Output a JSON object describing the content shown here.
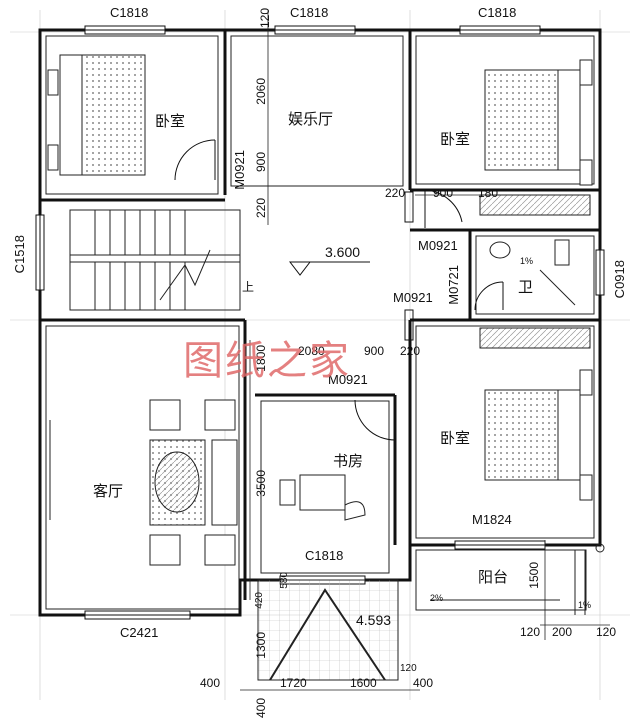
{
  "rooms": {
    "bedroom_nw": "卧室",
    "entertainment": "娱乐厅",
    "bedroom_ne": "卧室",
    "bathroom": "卫",
    "bedroom_se": "卧室",
    "living": "客厅",
    "study": "书房",
    "balcony": "阳台",
    "stair_up": "上"
  },
  "windows": {
    "top_left": "C1818",
    "top_mid": "C1818",
    "top_right": "C1818",
    "left_stair": "C1518",
    "right_bath": "C0918",
    "study_bottom": "C1818",
    "living_bottom": "C2421"
  },
  "doors": {
    "nw_bed": "M0921",
    "ne_bed": "M0921",
    "corridor": "M0921",
    "bath": "M0721",
    "study": "M0921",
    "balcony": "M1824"
  },
  "levels": {
    "floor": "3.600",
    "terrace": "4.593"
  },
  "slopes": {
    "bath": "1%",
    "balcony": "2%",
    "balcony_edge": "1%"
  },
  "dims": {
    "top_120": "120",
    "v_2060": "2060",
    "v_900": "900",
    "v_220": "220",
    "h_220": "220",
    "h_900": "900",
    "h_180": "180",
    "h_2080": "2080",
    "h_900b": "900",
    "h_220b": "220",
    "v_1800": "1800",
    "v_3500": "3500",
    "v_580": "580",
    "v_420": "420",
    "v_1300": "1300",
    "v_1500": "1500",
    "b_400l": "400",
    "b_1720": "1720",
    "b_1600": "1600",
    "b_120": "120",
    "b_400r": "400",
    "b_400bottom": "400",
    "r_120": "120",
    "r_200": "200",
    "r_120b": "120"
  },
  "watermark": "图纸之家"
}
